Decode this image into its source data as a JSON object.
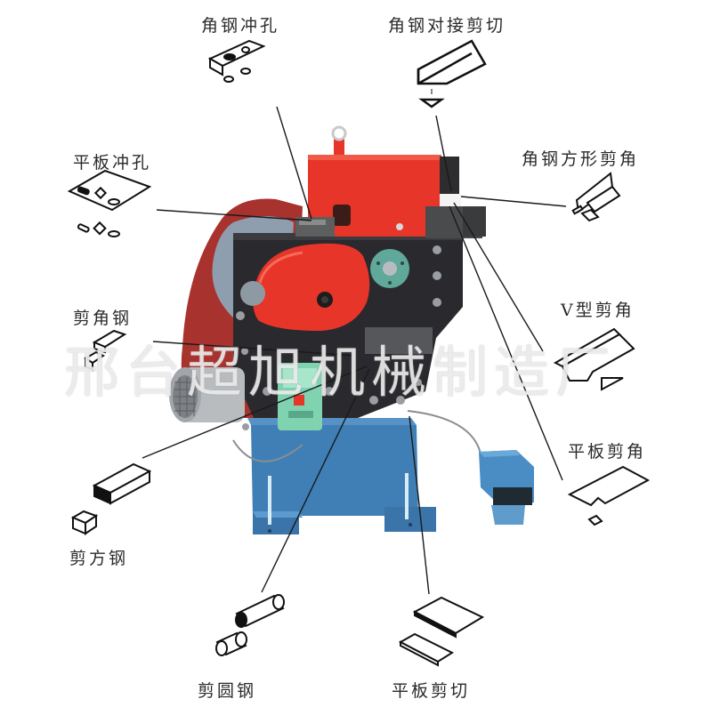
{
  "diagram": {
    "subject": "Combined punching and shearing machine",
    "colors": {
      "upper_housing": "#e8352a",
      "side_plate": "#2a2a2e",
      "base": "#3f7fb5",
      "control_box": "#7fd3b0",
      "motor": "#b9bcbf",
      "flywheel": "#8f9eae",
      "belt_guard": "#a8322d",
      "foot_pedal": "#4a8dc4",
      "leader_line": "#1a1a1a"
    }
  },
  "labels": {
    "angle_punch": "角钢冲孔",
    "angle_butt_shear": "角钢对接剪切",
    "plate_punch": "平板冲孔",
    "angle_square_notch": "角钢方形剪角",
    "angle_shear": "剪角钢",
    "v_notch": "V型剪角",
    "plate_notch": "平板剪角",
    "square_bar_shear": "剪方钢",
    "round_bar_shear": "剪圆钢",
    "plate_shear": "平板剪切"
  },
  "watermark": "邢台超旭机械制造厂"
}
